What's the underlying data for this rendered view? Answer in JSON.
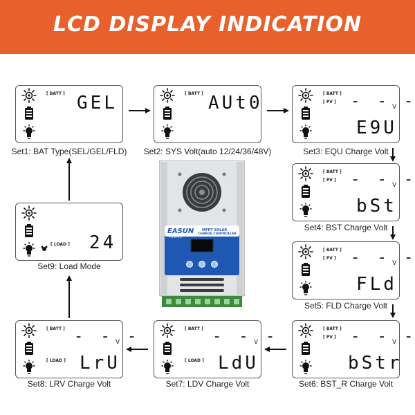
{
  "banner": {
    "title": "LCD DISPLAY INDICATION"
  },
  "tags": {
    "batt": "[ BATT ]",
    "pv": "[ PV ]",
    "load": "[ LOAD ]"
  },
  "unit": "V",
  "panels": [
    {
      "id": "set1",
      "display": "GEL",
      "dash": "",
      "caption": "Set1: BAT Type(SEL/GEL/FLD)"
    },
    {
      "id": "set2",
      "display": "AUt0",
      "dash": "",
      "caption": "Set2: SYS Volt(auto 12/24/36/48V)"
    },
    {
      "id": "set3",
      "display": "E9U",
      "dash": "- - -",
      "caption": "Set3: EQU Charge Volt"
    },
    {
      "id": "set4",
      "display": "bSt",
      "dash": "- - -",
      "caption": "Set4: BST Charge Volt"
    },
    {
      "id": "set5",
      "display": "FLd",
      "dash": "- - -",
      "caption": "Set5: FLD Charge Volt"
    },
    {
      "id": "set6",
      "display": "bStr",
      "dash": "- - -",
      "caption": "Set6: BST_R Charge Volt"
    },
    {
      "id": "set7",
      "display": "LdU",
      "dash": "- - -",
      "caption": "Set7: LDV Charge Volt"
    },
    {
      "id": "set8",
      "display": "LrU",
      "dash": "- - -",
      "caption": "Set8: LRV Charge Volt"
    },
    {
      "id": "set9",
      "display": "24",
      "dash": "",
      "caption": "Set9: Load Mode"
    }
  ],
  "device": {
    "brand": "EASUN",
    "brand_sub": "POWER",
    "model_line1": "MPPT SOLAR",
    "model_line2": "CHARGE CONTROLLER"
  },
  "colors": {
    "banner": "#e8612c",
    "device_panel": "#1f57b5",
    "terminal": "#3d8a3d"
  }
}
